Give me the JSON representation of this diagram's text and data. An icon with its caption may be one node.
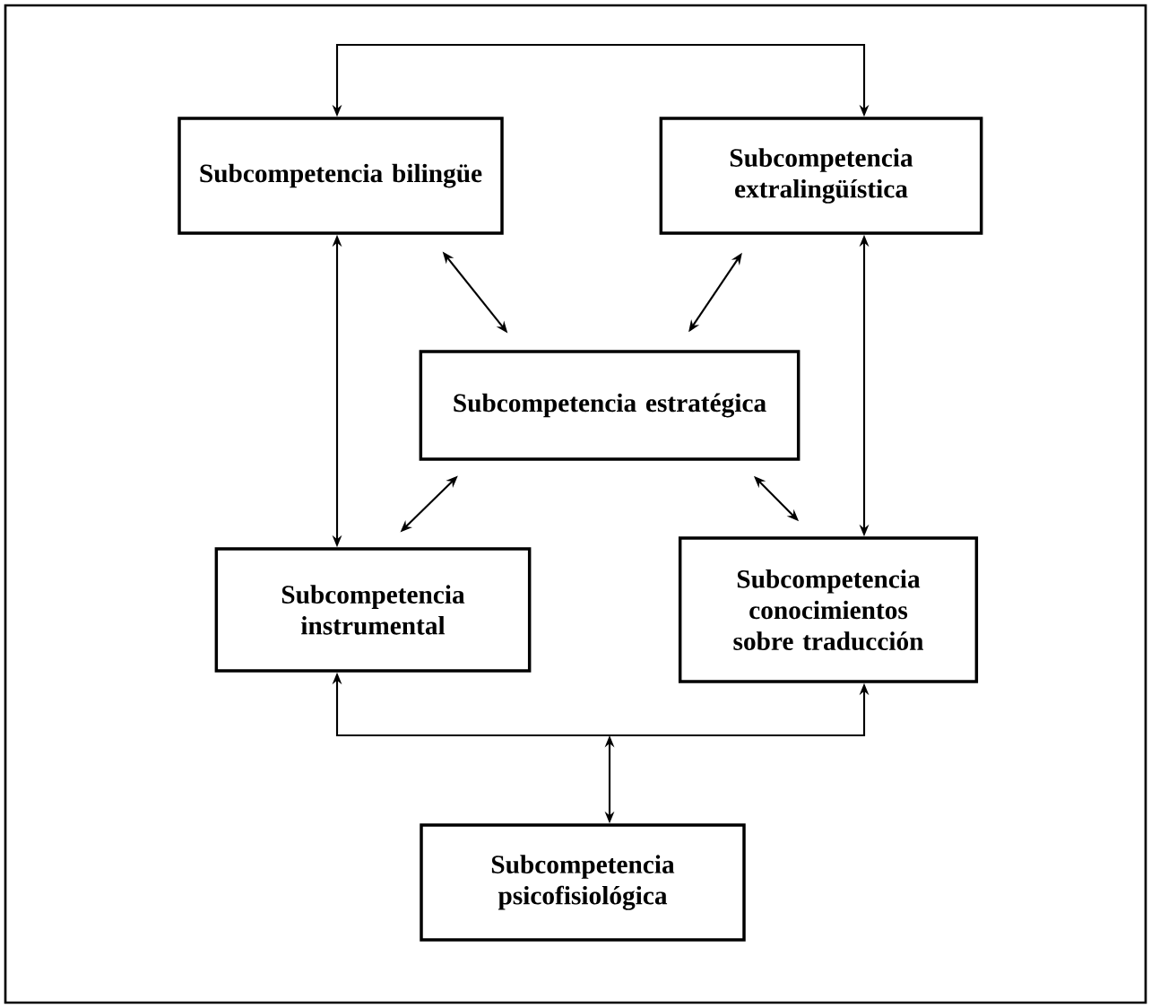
{
  "diagram": {
    "nodes": [
      {
        "text": [
          "Subcompetencia bilingüe"
        ]
      },
      {
        "text": [
          "Subcompetencia extralingüística"
        ]
      },
      {
        "text": [
          "Subcompetencia estratégica"
        ]
      },
      {
        "text": [
          "Subcompetencia instrumental"
        ]
      },
      {
        "text": [
          "Subcompetencia conocimientos sobre traducción"
        ]
      },
      {
        "text": [
          "Subcompetencia psicofisiológica"
        ]
      }
    ],
    "edges": [
      {
        "from": 0,
        "to": 1,
        "arrow": "both"
      },
      {
        "from": 0,
        "to": 3,
        "arrow": "both"
      },
      {
        "from": 1,
        "to": 4,
        "arrow": "both"
      },
      {
        "from": 0,
        "to": 2,
        "arrow": "both"
      },
      {
        "from": 1,
        "to": 2,
        "arrow": "both"
      },
      {
        "from": 2,
        "to": 3,
        "arrow": "both"
      },
      {
        "from": 2,
        "to": 4,
        "arrow": "both"
      },
      {
        "from": 3,
        "to": 5,
        "arrow": "both"
      },
      {
        "from": 4,
        "to": 5,
        "arrow": "both"
      }
    ]
  }
}
